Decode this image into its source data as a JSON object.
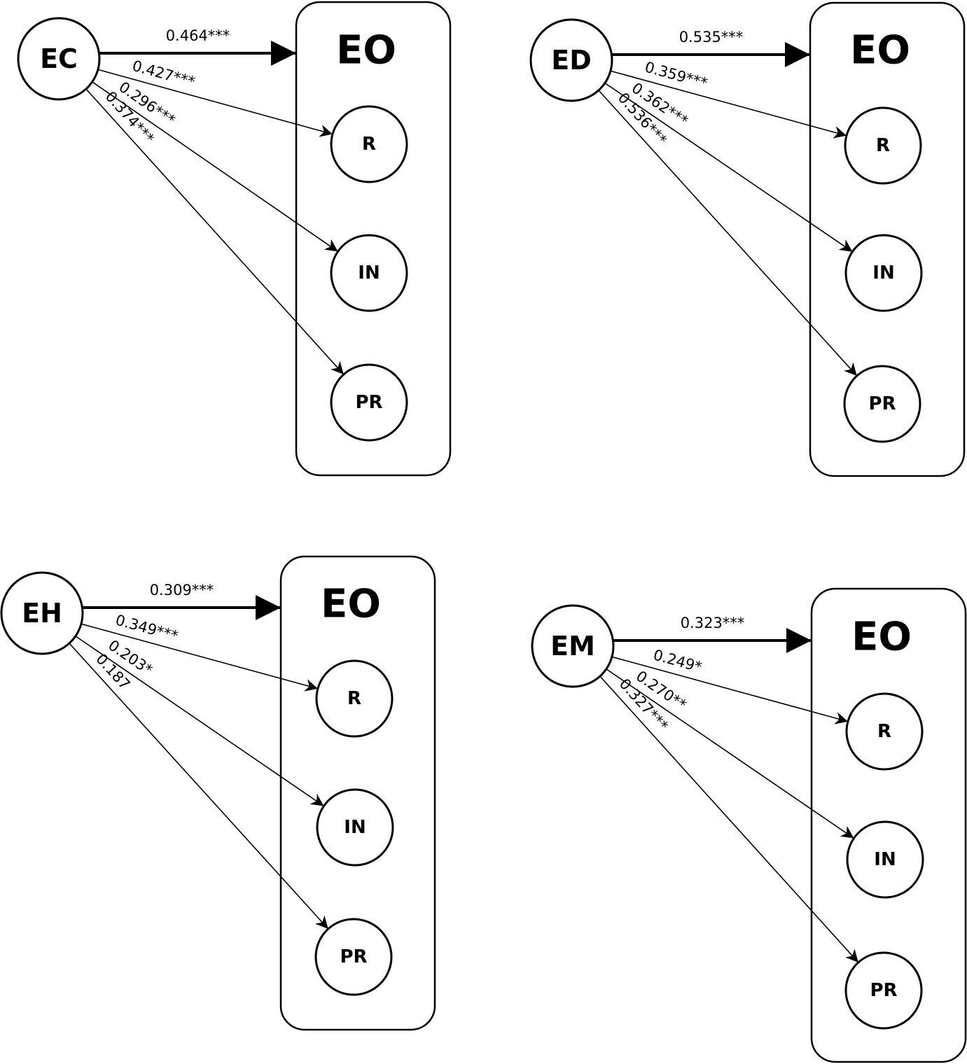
{
  "panels": [
    {
      "source": "EC",
      "box_title": "EO",
      "dimensions": [
        "R",
        "IN",
        "PR"
      ],
      "coefficients": {
        "EO": "0.464***",
        "R": "0.427***",
        "IN": "0.296***",
        "PR": "0.374***"
      }
    },
    {
      "source": "ED",
      "box_title": "EO",
      "dimensions": [
        "R",
        "IN",
        "PR"
      ],
      "coefficients": {
        "EO": "0.535***",
        "R": "0.359***",
        "IN": "0.362***",
        "PR": "0.536***"
      }
    },
    {
      "source": "EH",
      "box_title": "EO",
      "dimensions": [
        "R",
        "IN",
        "PR"
      ],
      "coefficients": {
        "EO": "0.309***",
        "R": "0.349***",
        "IN": "0.203*",
        "PR": "0.187"
      }
    },
    {
      "source": "EM",
      "box_title": "EO",
      "dimensions": [
        "R",
        "IN",
        "PR"
      ],
      "coefficients": {
        "EO": "0.323***",
        "R": "0.249*",
        "IN": "0.270**",
        "PR": "0.327***"
      }
    }
  ]
}
